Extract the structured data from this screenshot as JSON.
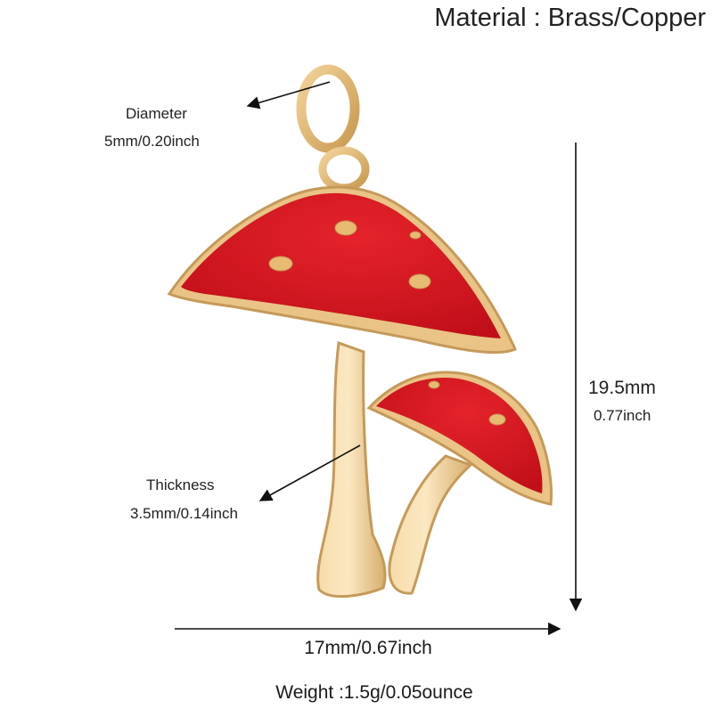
{
  "material": "Material : Brass/Copper",
  "diameter": {
    "label": "Diameter",
    "value": "5mm/0.20inch"
  },
  "height": {
    "mm": "19.5mm",
    "inch": "0.77inch"
  },
  "thickness": {
    "label": "Thickness",
    "value": "3.5mm/0.14inch"
  },
  "width": "17mm/0.67inch",
  "weight": "Weight :1.5g/0.05ounce",
  "colors": {
    "enamel_red": "#d4141c",
    "gold": "#e9c486",
    "gold_dark": "#c9a060",
    "background": "#ffffff"
  }
}
